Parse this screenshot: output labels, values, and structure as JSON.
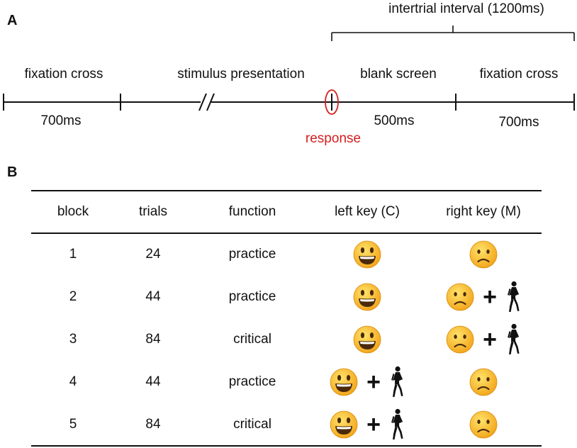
{
  "panel_a": {
    "letter": "A",
    "bracket_label": "intertrial interval (1200ms)",
    "segments": [
      {
        "label": "fixation cross",
        "duration": "700ms"
      },
      {
        "label": "stimulus presentation",
        "duration": ""
      },
      {
        "label": "blank screen",
        "duration": "500ms"
      },
      {
        "label": "fixation cross",
        "duration": "700ms"
      }
    ],
    "response_label": "response",
    "accent_color": "#d42020"
  },
  "panel_b": {
    "letter": "B",
    "headers": [
      "block",
      "trials",
      "function",
      "left key (C)",
      "right key (M)"
    ],
    "rows": [
      {
        "block": "1",
        "trials": "24",
        "function": "practice",
        "left": [
          "happy-face-icon"
        ],
        "right": [
          "sad-face-icon"
        ]
      },
      {
        "block": "2",
        "trials": "44",
        "function": "practice",
        "left": [
          "happy-face-icon"
        ],
        "right": [
          "sad-face-icon",
          "+",
          "runner-silhouette-icon"
        ]
      },
      {
        "block": "3",
        "trials": "84",
        "function": "critical",
        "left": [
          "happy-face-icon"
        ],
        "right": [
          "sad-face-icon",
          "+",
          "runner-silhouette-icon"
        ]
      },
      {
        "block": "4",
        "trials": "44",
        "function": "practice",
        "left": [
          "happy-face-icon",
          "+",
          "runner-silhouette-icon"
        ],
        "right": [
          "sad-face-icon"
        ]
      },
      {
        "block": "5",
        "trials": "84",
        "function": "critical",
        "left": [
          "happy-face-icon",
          "+",
          "runner-silhouette-icon"
        ],
        "right": [
          "sad-face-icon"
        ]
      }
    ]
  }
}
